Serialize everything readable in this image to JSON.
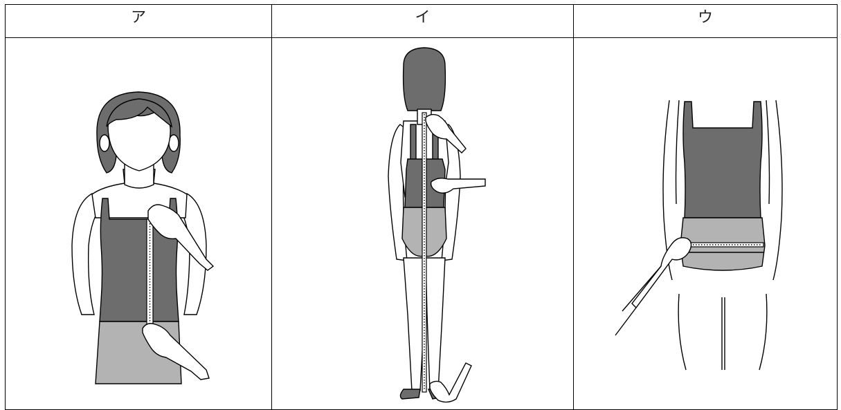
{
  "table": {
    "headers": [
      "ア",
      "イ",
      "ウ"
    ]
  },
  "figures": [
    {
      "id": "a",
      "icon": "chest-measurement-figure"
    },
    {
      "id": "i",
      "icon": "back-length-measurement-figure"
    },
    {
      "id": "u",
      "icon": "hip-measurement-figure"
    }
  ],
  "colors": {
    "garment_dark": "#6d6d6d",
    "garment_light": "#b3b3b3",
    "line": "#000000",
    "background": "#ffffff"
  }
}
